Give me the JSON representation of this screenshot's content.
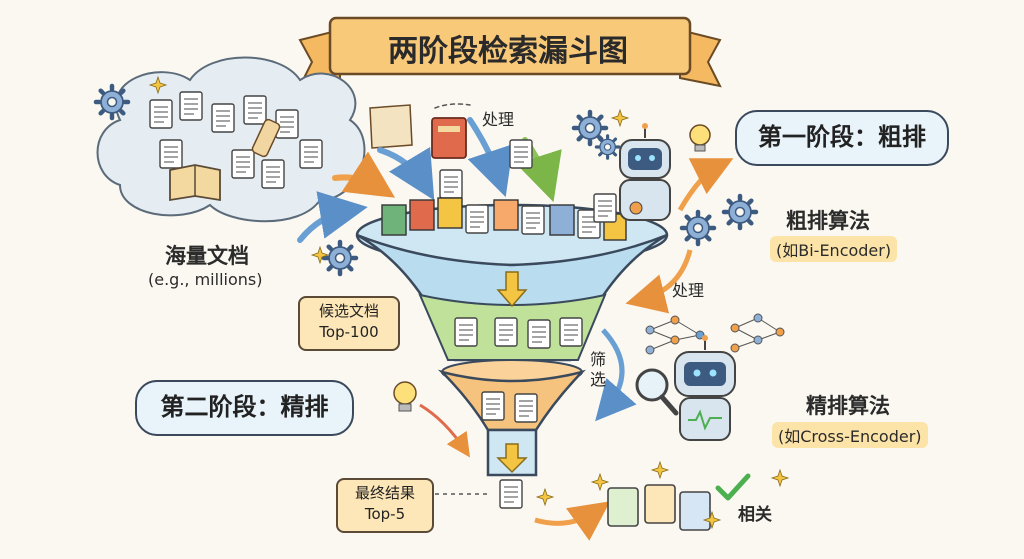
{
  "title": "两阶段检索漏斗图",
  "corpus": {
    "label": "海量文档",
    "sublabel": "(e.g., millions)"
  },
  "process_label_top": "处理",
  "process_label_right": "处理",
  "stage1": {
    "bubble": "第一阶段：粗排",
    "algorithm": "粗排算法",
    "algorithm_example": "(如Bi-Encoder)"
  },
  "candidates": {
    "label": "候选文档",
    "count": "Top-100"
  },
  "filter_label": "筛选",
  "stage2": {
    "bubble": "第二阶段：精排",
    "algorithm": "精排算法",
    "algorithm_example": "(如Cross-Encoder)"
  },
  "final": {
    "label": "最终结果",
    "count": "Top-5"
  },
  "relevant_label": "相关",
  "colors": {
    "banner": "#f9c97a",
    "bubble": "#e9f3fa",
    "funnel_top": "#b9dcef",
    "funnel_middle": "#bfe19a",
    "funnel_bottom": "#f6c37e",
    "arrow_orange": "#f0a04b",
    "arrow_blue": "#6a9fd3",
    "arrow_green": "#8cc45a",
    "check": "#4caf50"
  },
  "icons": [
    "cloud-icon",
    "document-icon",
    "book-icon",
    "scroll-icon",
    "gear-icon",
    "robot-icon",
    "lightbulb-icon",
    "magnifier-icon",
    "neural-network-icon",
    "checkmark-icon",
    "sparkle-icon",
    "funnel-icon"
  ]
}
